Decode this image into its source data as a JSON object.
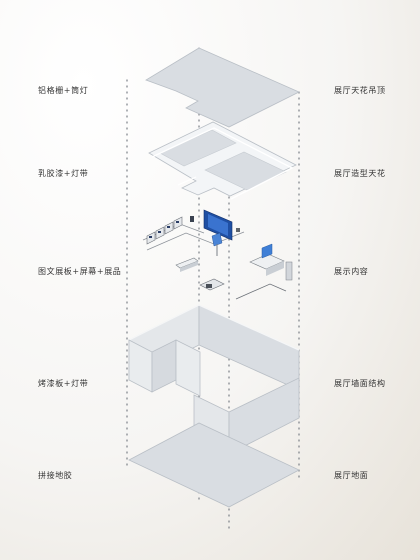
{
  "labels_left": [
    "铝格栅+筒灯",
    "乳胶漆+灯带",
    "图文展板+屏幕+展品",
    "烤漆板+灯带",
    "拼接地胶"
  ],
  "labels_right": [
    "展厅天花吊顶",
    "展厅造型天花",
    "展示内容",
    "展厅墙面结构",
    "展厅地面"
  ],
  "colors": {
    "slab_fill": "#d9dde2",
    "slab_stroke": "#b9bfc6",
    "line_fill": "#f2f4f6",
    "dotted": "#7a7f86",
    "screen": "#1f4fa3",
    "label_text": "#333333"
  }
}
